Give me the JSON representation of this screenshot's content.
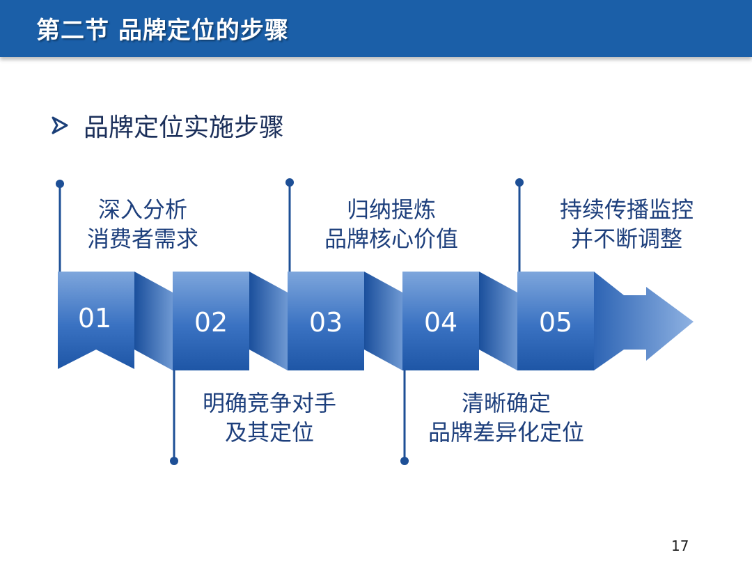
{
  "header": {
    "title": "第二节 品牌定位的步骤"
  },
  "subtitle": {
    "bullet_icon": "arrow-bullet-icon",
    "text": "品牌定位实施步骤"
  },
  "colors": {
    "header_bg": "#1b5fa8",
    "accent": "#2d6cc0",
    "text": "#1d3f7c"
  },
  "steps": [
    {
      "number": "01",
      "line1": "深入分析",
      "line2": "消费者需求"
    },
    {
      "number": "02",
      "line1": "明确竞争对手",
      "line2": "及其定位"
    },
    {
      "number": "03",
      "line1": "归纳提炼",
      "line2": "品牌核心价值"
    },
    {
      "number": "04",
      "line1": "清晰确定",
      "line2": "品牌差异化定位"
    },
    {
      "number": "05",
      "line1": "持续传播监控",
      "line2": "并不断调整"
    }
  ],
  "page_number": "17"
}
